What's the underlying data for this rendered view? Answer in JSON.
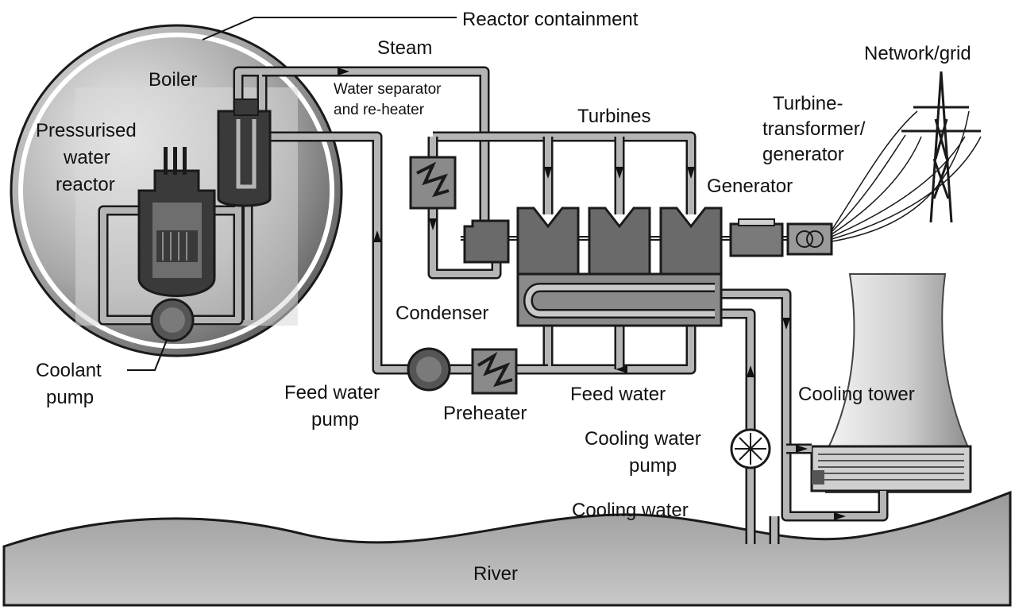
{
  "labels": {
    "reactor_containment": "Reactor containment",
    "steam": "Steam",
    "network_grid": "Network/grid",
    "boiler": "Boiler",
    "water_separator_line1": "Water separator",
    "water_separator_line2": "and re-heater",
    "turbines": "Turbines",
    "turbine_transformer_line1": "Turbine-",
    "turbine_transformer_line2": "transformer/",
    "turbine_transformer_line3": "generator",
    "pressurised_line1": "Pressurised",
    "pressurised_line2": "water",
    "pressurised_line3": "reactor",
    "generator": "Generator",
    "condenser": "Condenser",
    "coolant_pump_line1": "Coolant",
    "coolant_pump_line2": "pump",
    "feed_water_pump_line1": "Feed water",
    "feed_water_pump_line2": "pump",
    "preheater": "Preheater",
    "feed_water": "Feed water",
    "cooling_tower": "Cooling tower",
    "cooling_water_pump_line1": "Cooling water",
    "cooling_water_pump_line2": "pump",
    "cooling_water": "Cooling water",
    "river": "River"
  },
  "colors": {
    "pipe_outline": "#1a1a1a",
    "pipe_fill": "#b5b5b5",
    "component_dark": "#3a3a3a",
    "component_mid": "#8a8a8a",
    "containment_light": "#d9d9d9",
    "background": "#ffffff"
  }
}
